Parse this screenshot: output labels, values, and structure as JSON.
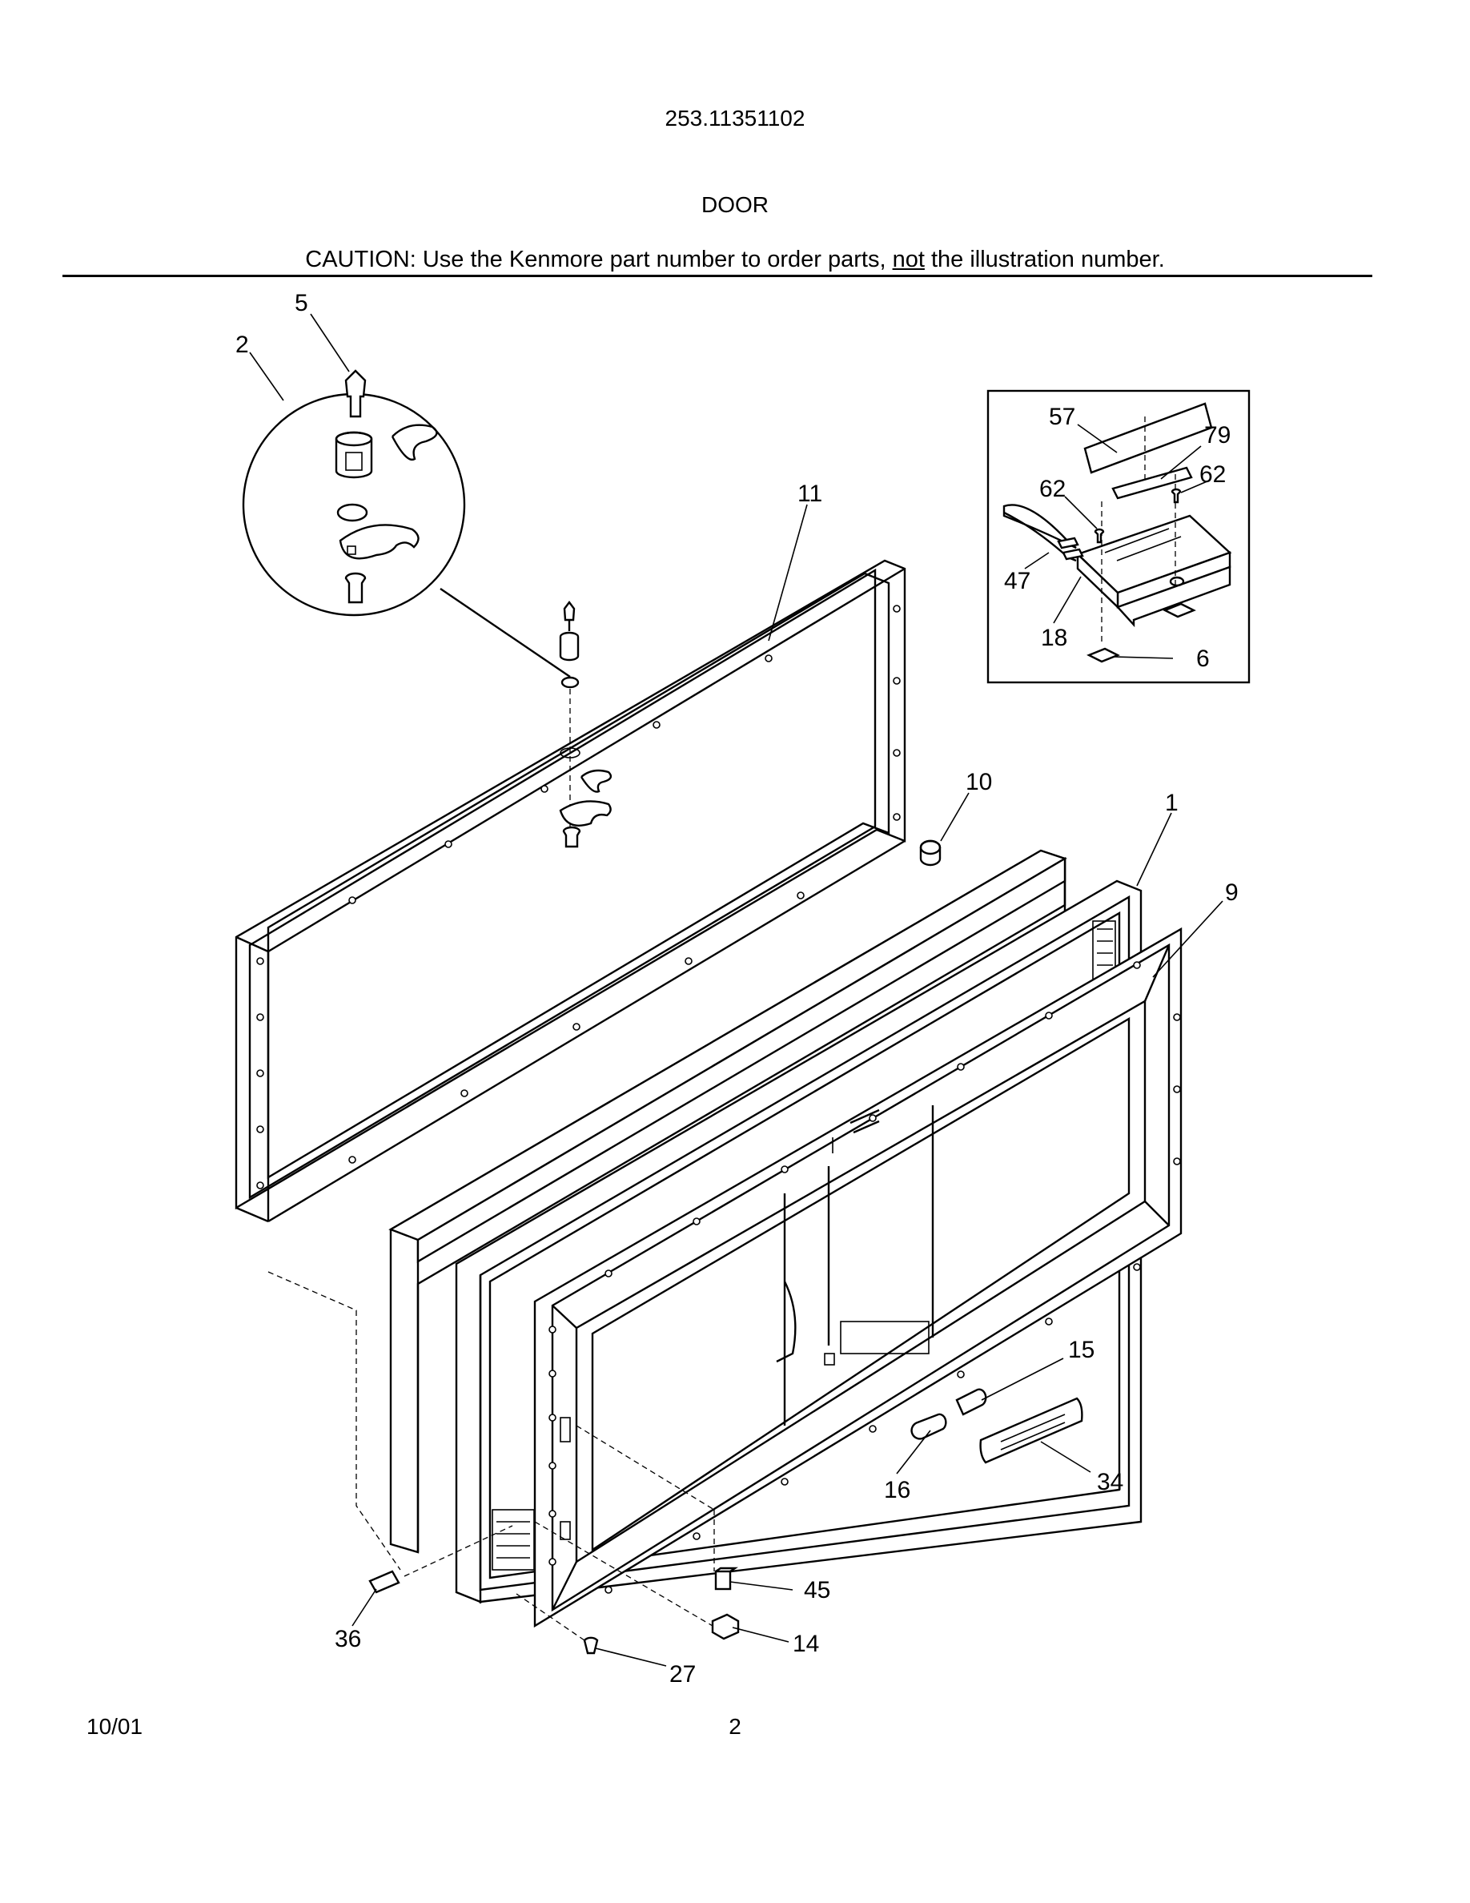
{
  "header": {
    "model_number": "253.11351102",
    "section_title": "DOOR",
    "caution_prefix": "CAUTION: Use the Kenmore part number to order parts, ",
    "caution_emphasis": "not",
    "caution_suffix": " the illustration number."
  },
  "footer": {
    "date": "10/01",
    "page_number": "2"
  },
  "callouts": {
    "c5": "5",
    "c2": "2",
    "c11": "11",
    "c57": "57",
    "c79": "79",
    "c62a": "62",
    "c62b": "62",
    "c47": "47",
    "c18": "18",
    "c6": "6",
    "c10": "10",
    "c1": "1",
    "c9": "9",
    "c15": "15",
    "c16": "16",
    "c34": "34",
    "c45": "45",
    "c14": "14",
    "c27": "27",
    "c36": "36"
  }
}
